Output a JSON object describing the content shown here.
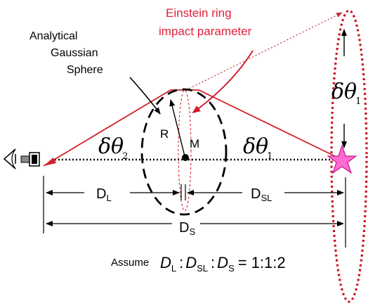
{
  "labels": {
    "analytical": "Analytical",
    "gaussian": "Gaussian",
    "sphere": "Sphere",
    "einstein_line1": "Einstein ring",
    "einstein_line2": "impact parameter",
    "R": "R",
    "M": "M",
    "delta_theta2_main": "δθ",
    "delta_theta2_sub": "2",
    "delta_theta1_main": "δθ",
    "delta_theta1_sub": "1",
    "delta_theta1_vert_main": "δθ",
    "delta_theta1_vert_sub": "1",
    "DL_main": "D",
    "DL_sub": "L",
    "DSL_main": "D",
    "DSL_sub": "SL",
    "DS_main": "D",
    "DS_sub": "S",
    "assume": "Assume",
    "eq_D1": "D",
    "eq_D1_sub": "L",
    "eq_colon1": ":",
    "eq_D2": "D",
    "eq_D2_sub": "SL",
    "eq_colon2": ":",
    "eq_D3": "D",
    "eq_D3_sub": "S",
    "eq_rhs": "= 1:1:2"
  },
  "colors": {
    "ray": "#d21e2a",
    "einstein_text": "#e0203a",
    "ring": "#cc1020",
    "star_fill": "#ff6ad4",
    "star_stroke": "#c0208a",
    "black": "#000000",
    "camera_body": "#8a8a8a"
  },
  "icons": [
    "eye-icon",
    "camera-icon",
    "star-icon"
  ]
}
